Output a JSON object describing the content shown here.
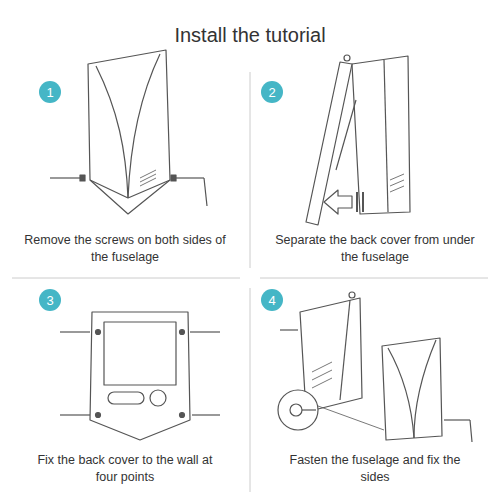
{
  "diagram": {
    "title": "Install the tutorial",
    "nodes": [
      {
        "text": [
          "1"
        ]
      },
      {
        "text": [
          "2"
        ]
      },
      {
        "text": [
          "3"
        ]
      },
      {
        "text": [
          "4"
        ]
      }
    ],
    "labels": [
      "Remove the screws on both sides of the fuselage",
      "Separate the back cover from under the fuselage",
      "Fix the back cover to the wall at four points",
      "Fasten the fuselage and fix the sides"
    ]
  }
}
